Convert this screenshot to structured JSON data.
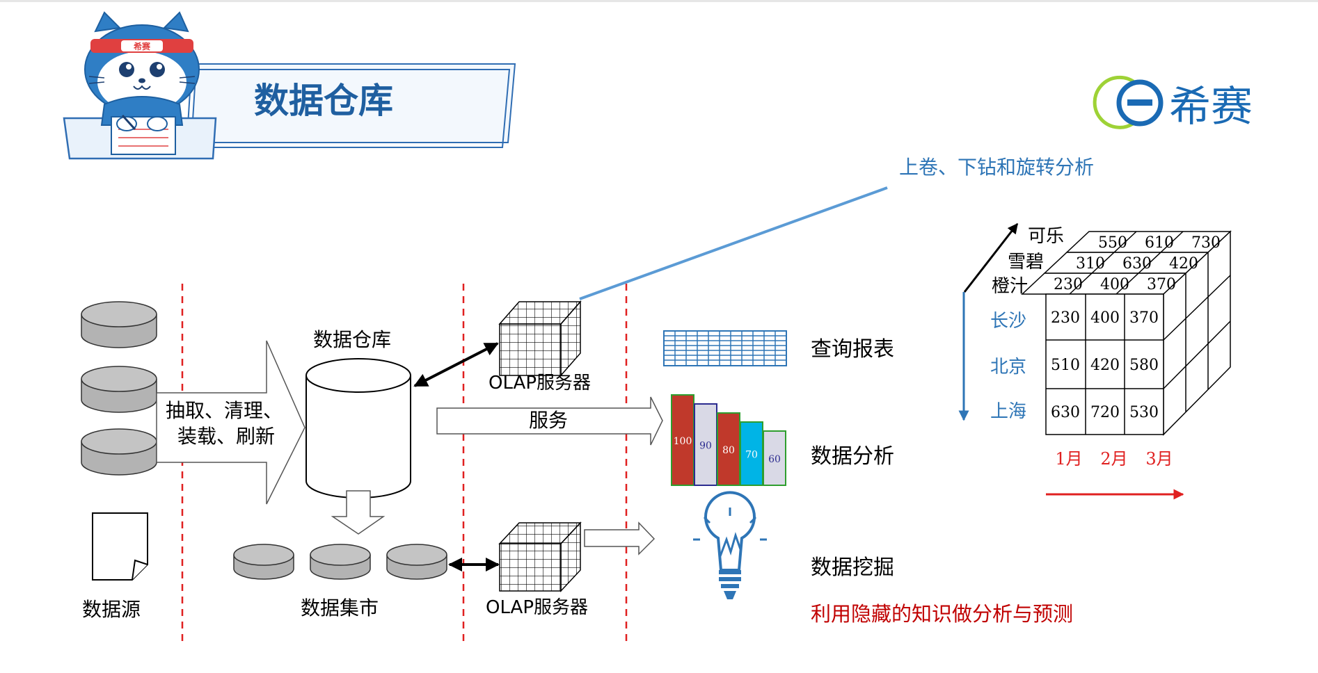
{
  "header": {
    "title": "数据仓库",
    "mascot_badge": "希赛",
    "logo_text": "希赛",
    "colors": {
      "title": "#1f5fa0",
      "banner_border": "#2f6db3",
      "logo": "#1a6ab4",
      "logo_accent": "#9ed236"
    }
  },
  "diagram": {
    "annotation": "上卷、下钻和旋转分析",
    "extract_label_line1": "抽取、清理、",
    "extract_label_line2": "装载、刷新",
    "warehouse_label": "数据仓库",
    "service_label": "服务",
    "olap_top_label": "OLAP服务器",
    "olap_bottom_label": "OLAP服务器",
    "datamart_label": "数据集市",
    "source_label": "数据源",
    "outputs": [
      {
        "label": "查询报表"
      },
      {
        "label": "数据分析"
      },
      {
        "label": "数据挖掘"
      }
    ],
    "mining_note": "利用隐藏的知识做分析与预测",
    "bars": [
      {
        "value": "100",
        "color": "#c0392b"
      },
      {
        "value": "90",
        "color": "#d9d9e6"
      },
      {
        "value": "80",
        "color": "#c0392b"
      },
      {
        "value": "70",
        "color": "#00b4e6"
      },
      {
        "value": "60",
        "color": "#d9d9e6"
      }
    ],
    "colors": {
      "divider": "#e02020",
      "annotation_line": "#5b9bd5",
      "db_fill": "#b3b3b3",
      "city_text": "#2e75b6",
      "month_text": "#e02020",
      "note_text": "#c00000"
    }
  },
  "cube": {
    "products": [
      "可乐",
      "雪碧",
      "橙汁"
    ],
    "cities": [
      "长沙",
      "北京",
      "上海"
    ],
    "months": [
      "1月",
      "2月",
      "3月"
    ],
    "top_rows": [
      [
        "550",
        "610",
        "730"
      ],
      [
        "310",
        "630",
        "420"
      ],
      [
        "230",
        "400",
        "370"
      ]
    ],
    "front_grid": [
      [
        "230",
        "400",
        "370"
      ],
      [
        "510",
        "420",
        "580"
      ],
      [
        "630",
        "720",
        "530"
      ]
    ]
  }
}
